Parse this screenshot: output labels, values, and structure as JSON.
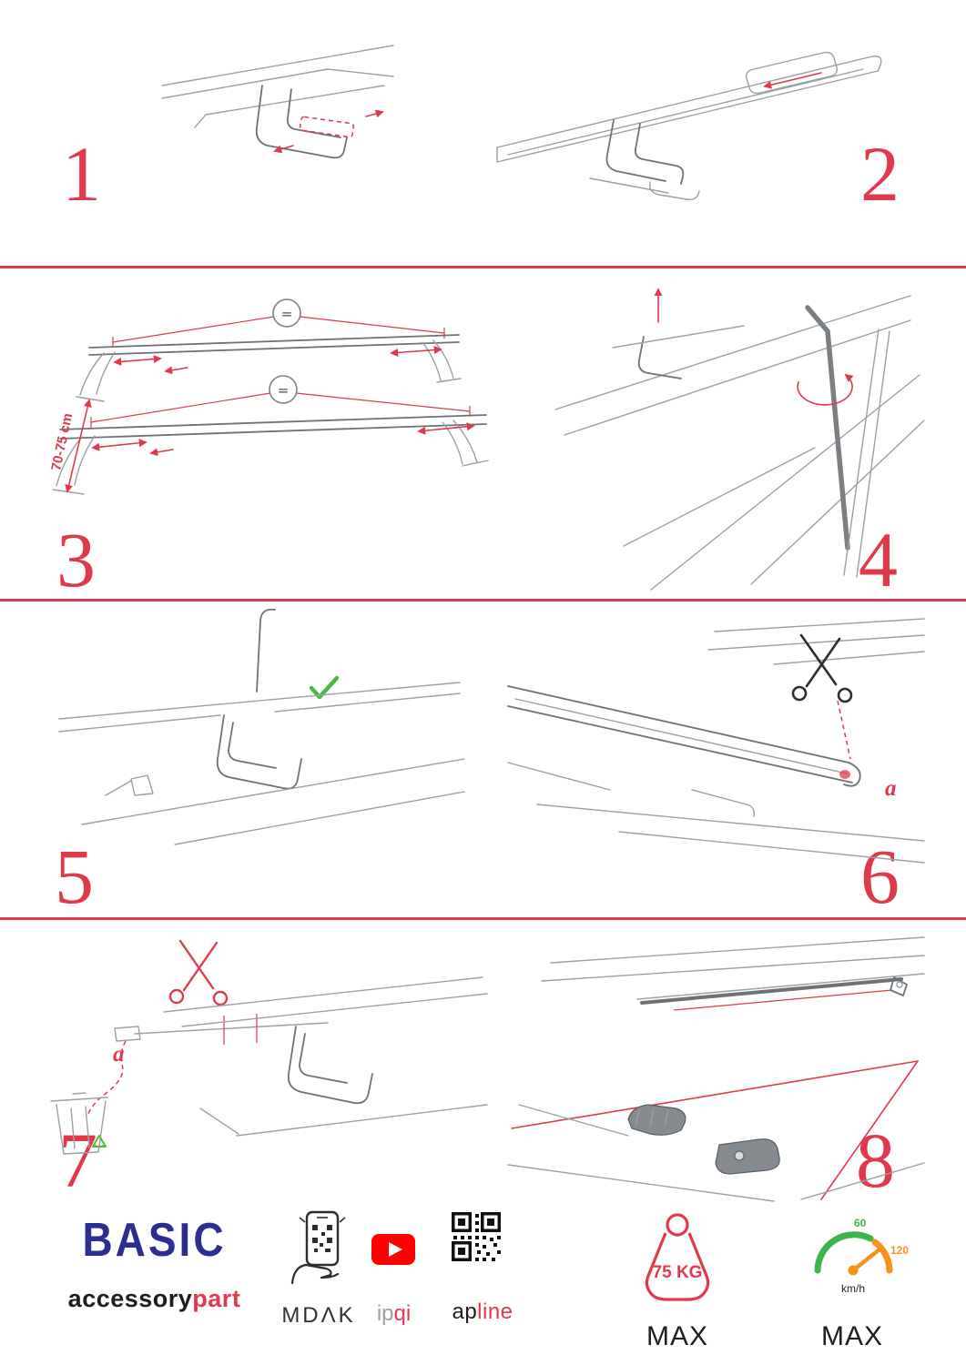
{
  "colors": {
    "accent_red": "#e0394c",
    "brand_blue": "#2b2e8e",
    "youtube_red": "#ff0000",
    "check_green": "#4db848",
    "recycle_green": "#5cb535",
    "gauge_green": "#3cb64c",
    "gauge_orange": "#f5921e"
  },
  "steps": [
    {
      "number": "1"
    },
    {
      "number": "2"
    },
    {
      "number": "3",
      "equal": "=",
      "dimension": "70-75 cm"
    },
    {
      "number": "4"
    },
    {
      "number": "5"
    },
    {
      "number": "6",
      "label": "a"
    },
    {
      "number": "7",
      "label": "a"
    },
    {
      "number": "8"
    }
  ],
  "footer": {
    "brand_name": "BASIC",
    "brand_sub_dark": "accessory",
    "brand_sub_red": "part",
    "partner1": "MDΛK",
    "partner2_gray": "ip",
    "partner2_red": "qi",
    "partner3_dark": "ap",
    "partner3_red": "line",
    "weight_value": "75 KG",
    "weight_max": "MAX",
    "speed_low": "60",
    "speed_high": "120",
    "speed_unit": "km/h",
    "speed_max": "MAX"
  }
}
